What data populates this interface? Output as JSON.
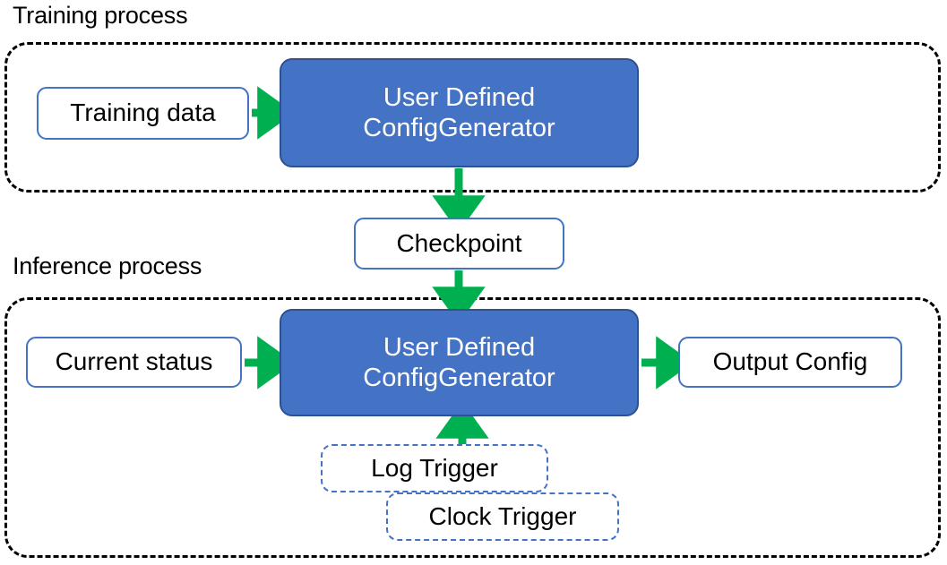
{
  "diagram": {
    "title_training": "Training process",
    "title_inference": "Inference process",
    "colors": {
      "process_blue_fill": "#4472C4",
      "process_blue_border": "#2E528F",
      "node_border_blue": "#4472C4",
      "arrow_green": "#00B050",
      "container_dash_black": "#000000",
      "text_dark": "#000000",
      "text_light": "#FFFFFF",
      "background": "#FFFFFF"
    },
    "nodes": {
      "training_data": {
        "label": "Training data",
        "style": "outlined"
      },
      "train_generator": {
        "line1": "User Defined",
        "line2": "ConfigGenerator",
        "style": "filled-blue"
      },
      "checkpoint": {
        "label": "Checkpoint",
        "style": "outlined"
      },
      "current_status": {
        "label": "Current status",
        "style": "outlined"
      },
      "infer_generator": {
        "line1": "User Defined",
        "line2": "ConfigGenerator",
        "style": "filled-blue"
      },
      "output_config": {
        "label": "Output Config",
        "style": "outlined"
      },
      "log_trigger": {
        "label": "Log Trigger",
        "style": "dashed-blue"
      },
      "clock_trigger": {
        "label": "Clock Trigger",
        "style": "dashed-blue"
      }
    },
    "edges": [
      {
        "from": "training_data",
        "to": "train_generator",
        "direction": "right"
      },
      {
        "from": "train_generator",
        "to": "checkpoint",
        "direction": "down"
      },
      {
        "from": "checkpoint",
        "to": "infer_generator",
        "direction": "down"
      },
      {
        "from": "current_status",
        "to": "infer_generator",
        "direction": "right"
      },
      {
        "from": "infer_generator",
        "to": "output_config",
        "direction": "right"
      },
      {
        "from": "log_trigger",
        "to": "infer_generator",
        "direction": "up"
      }
    ]
  }
}
